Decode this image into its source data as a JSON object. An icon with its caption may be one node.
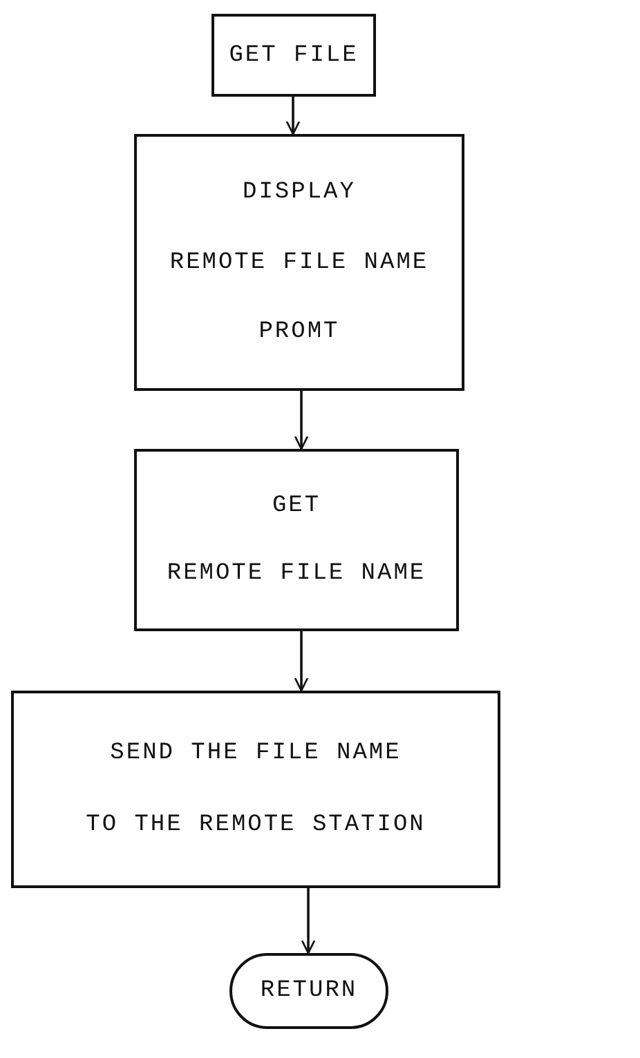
{
  "diagram": {
    "nodes": [
      {
        "text": [
          "GET FILE"
        ]
      },
      {
        "text": [
          "DISPLAY",
          "REMOTE FILE NAME",
          "PROMT"
        ]
      },
      {
        "text": [
          "GET",
          "REMOTE FILE NAME"
        ]
      },
      {
        "text": [
          "SEND THE FILE NAME",
          "TO THE REMOTE STATION"
        ]
      },
      {
        "text": [
          "RETURN"
        ]
      }
    ],
    "edges": [
      {
        "from": 0,
        "to": 1,
        "arrow": "to"
      },
      {
        "from": 1,
        "to": 2,
        "arrow": "to"
      },
      {
        "from": 2,
        "to": 3,
        "arrow": "to"
      },
      {
        "from": 3,
        "to": 4,
        "arrow": "to"
      }
    ]
  }
}
